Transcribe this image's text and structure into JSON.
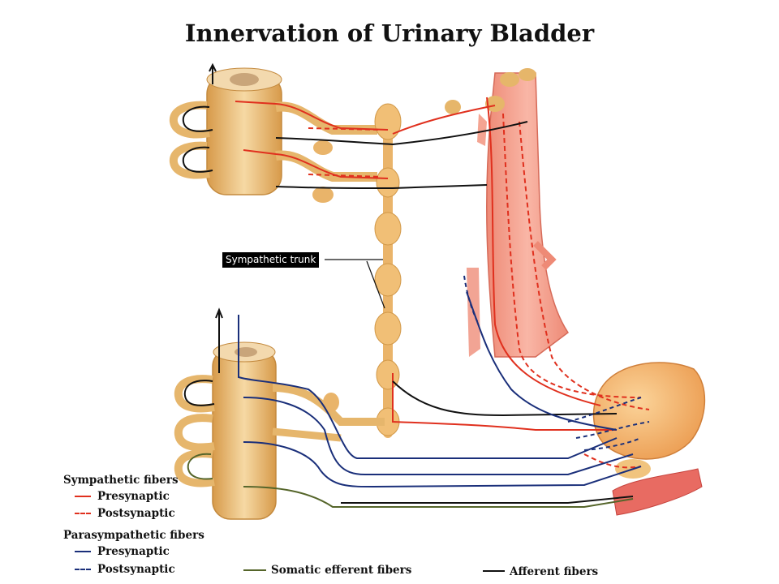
{
  "title": "Innervation of Urinary Bladder",
  "callout": "Sympathetic trunk",
  "legend": {
    "sympathetic_heading": "Sympathetic fibers",
    "symp_pre": "Presynaptic",
    "symp_post": "Postsynaptic",
    "parasympathetic_heading": "Parasympathetic fibers",
    "para_pre": "Presynaptic",
    "para_post": "Postsynaptic",
    "somatic": "Somatic efferent fibers",
    "afferent": "Afferent fibers"
  },
  "colors": {
    "sympathetic": "#e0301e",
    "parasympathetic": "#1a2f7a",
    "somatic": "#55652a",
    "afferent": "#111111",
    "tissue": "#f0c27a",
    "vessel": "#f08c78"
  }
}
